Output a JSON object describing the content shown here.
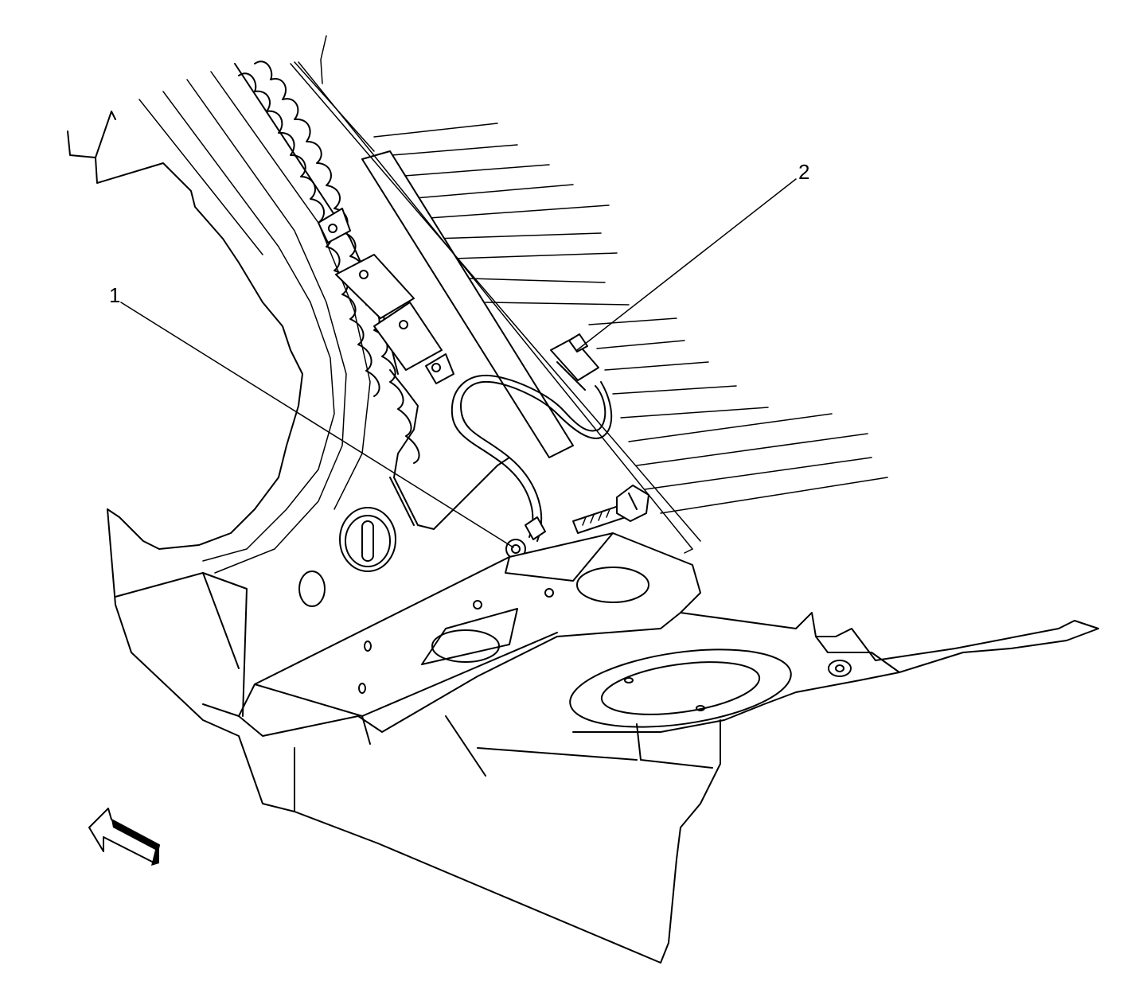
{
  "callouts": [
    {
      "id": "1",
      "label": "1"
    },
    {
      "id": "2",
      "label": "2"
    }
  ],
  "colors": {
    "line": "#000000",
    "background": "#ffffff"
  },
  "icons": {
    "view_direction": "view-direction-arrow-icon"
  }
}
